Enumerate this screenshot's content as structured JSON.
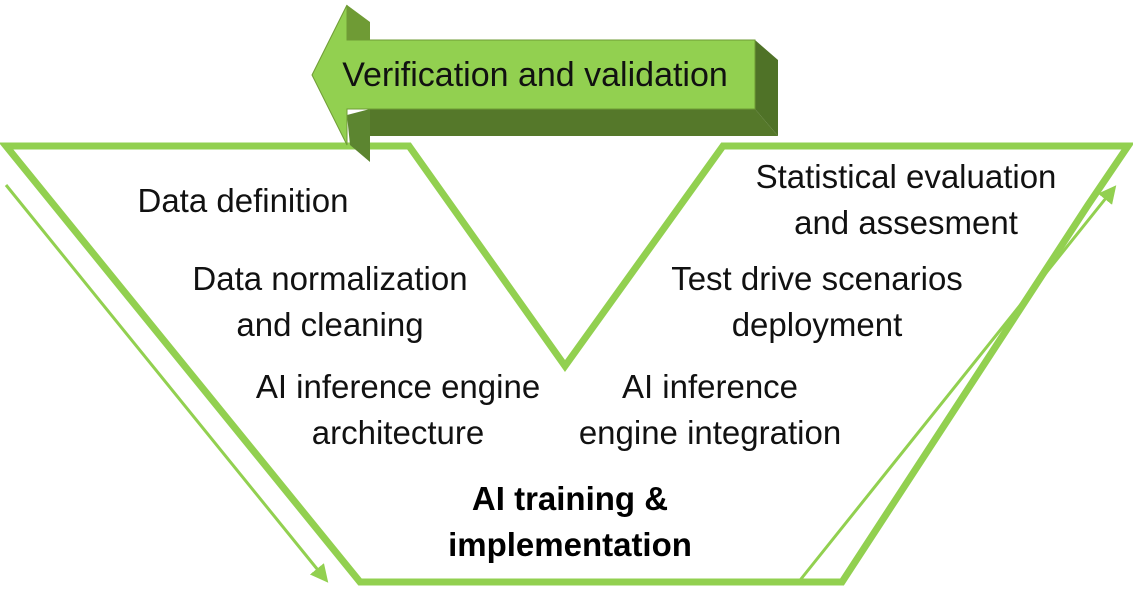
{
  "banner": {
    "label": "Verification and validation"
  },
  "left_phase": {
    "data_definition": "Data definition",
    "normalization": [
      "Data normalization",
      "and cleaning"
    ],
    "architecture": [
      "AI inference engine",
      "architecture"
    ]
  },
  "right_phase": {
    "evaluation": [
      "Statistical evaluation",
      "and assesment"
    ],
    "test_drive": [
      "Test drive scenarios",
      "deployment"
    ],
    "integration": [
      "AI inference",
      "engine integration"
    ]
  },
  "bottom": {
    "title": [
      "AI training &",
      "implementation"
    ]
  },
  "colors": {
    "outline_green": "#92d050",
    "banner_front": "#92d050",
    "banner_top": "#6f9b35",
    "banner_dark": "#55782a",
    "text": "#111111"
  }
}
